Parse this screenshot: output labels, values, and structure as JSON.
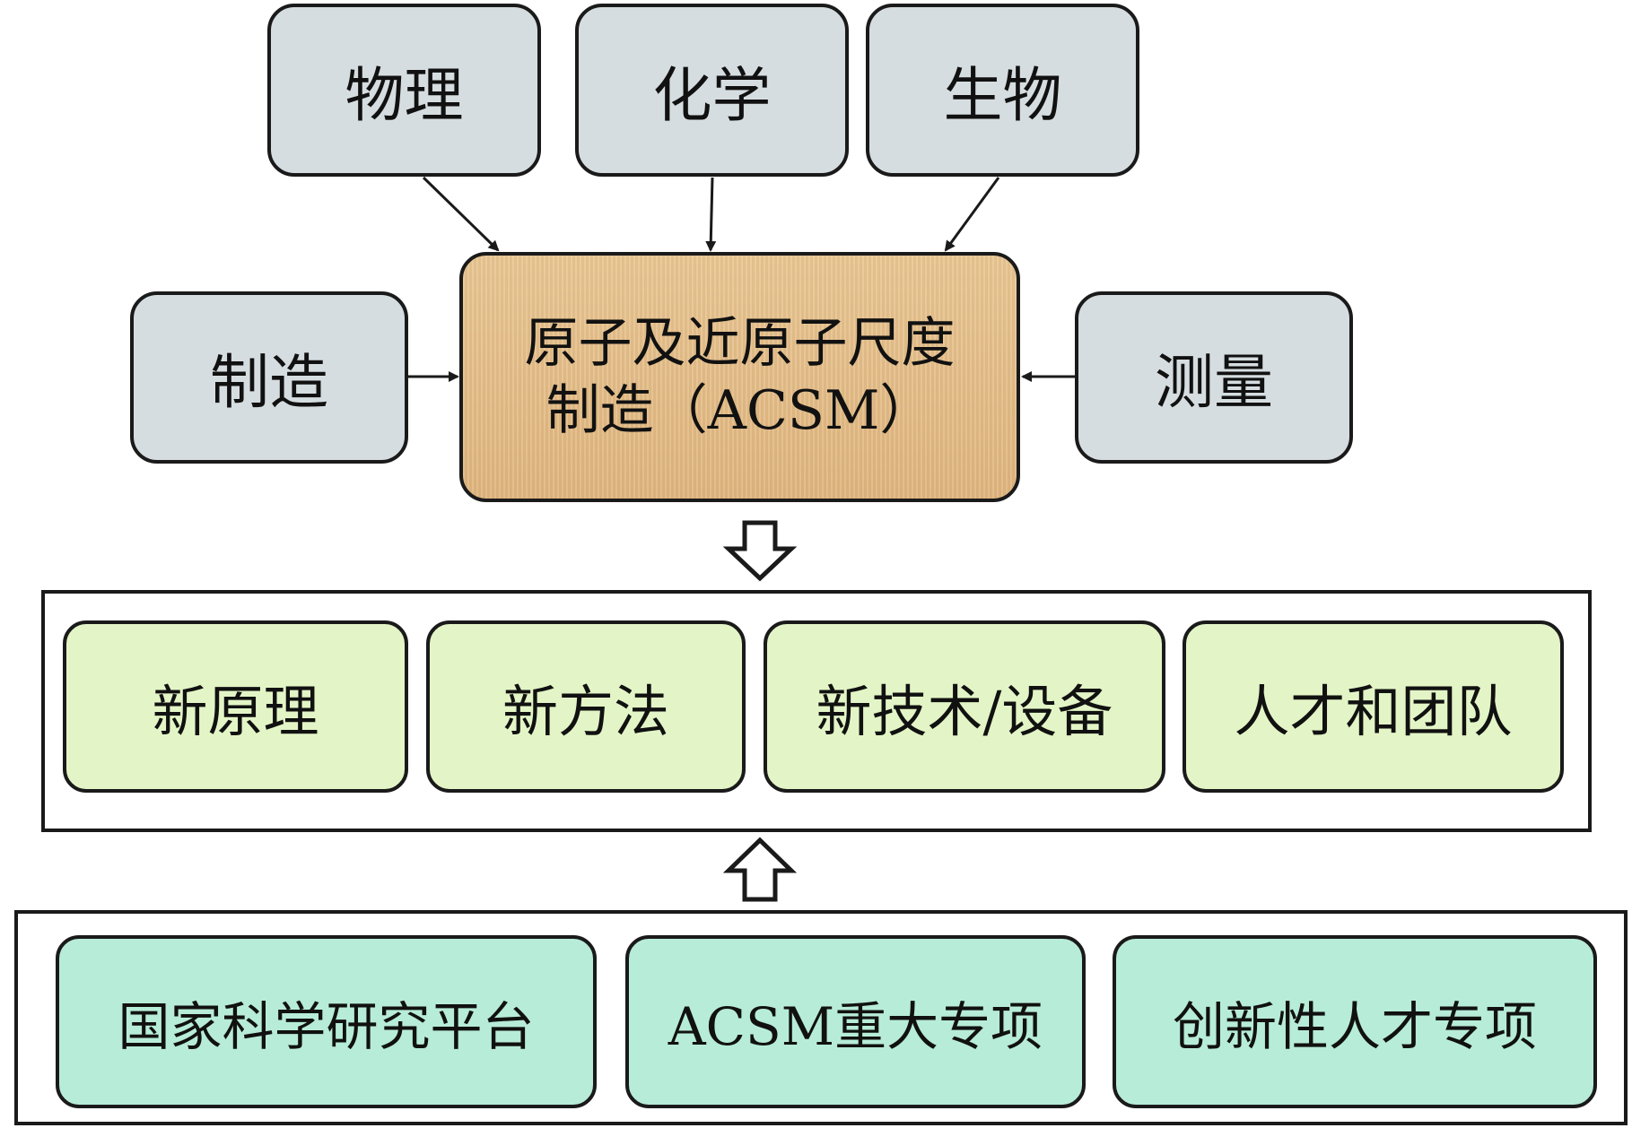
{
  "sources_top": [
    "物理",
    "化学",
    "生物"
  ],
  "source_left": "制造",
  "source_right": "测量",
  "core": {
    "line1": "原子及近原子尺度",
    "line2": "制造（ACSM）"
  },
  "outputs": [
    "新原理",
    "新方法",
    "新技术/设备",
    "人才和团队"
  ],
  "supports": [
    "国家科学研究平台",
    "ACSM重大专项",
    "创新性人才专项"
  ]
}
